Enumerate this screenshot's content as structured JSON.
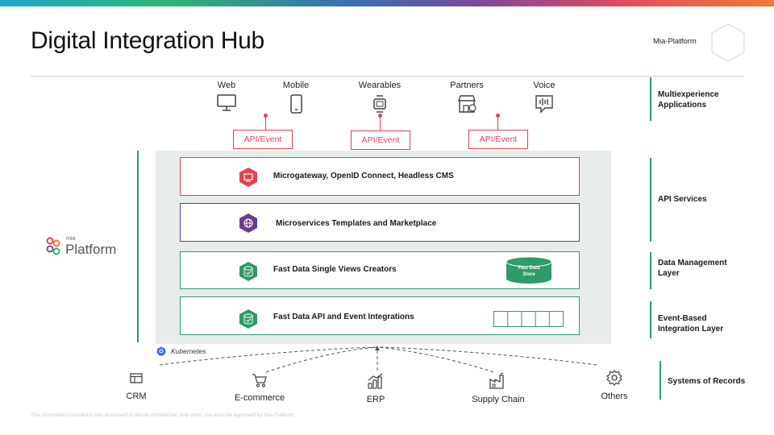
{
  "header": {
    "title": "Digital Integration Hub",
    "brand": "Mia-Platform"
  },
  "apps": [
    {
      "label": "Web",
      "icon": "monitor-icon"
    },
    {
      "label": "Mobile",
      "icon": "mobile-icon"
    },
    {
      "label": "Wearables",
      "icon": "watch-icon"
    },
    {
      "label": "Partners",
      "icon": "store-icon"
    },
    {
      "label": "Voice",
      "icon": "voice-icon"
    }
  ],
  "api_events": [
    "API/Event",
    "API/Event",
    "API/Event"
  ],
  "layers": [
    {
      "label": "Microgateway, OpenID Connect, Headless CMS",
      "color": "#e0434f",
      "icon": "gateway-icon"
    },
    {
      "label": "Microservices Templates and Marketplace",
      "color": "#6a3d8f",
      "icon": "globe-icon"
    },
    {
      "label": "Fast Data Single Views Creators",
      "color": "#2f9a6a",
      "icon": "database-icon"
    },
    {
      "label": "Fast Data API and Event Integrations",
      "color": "#2f9a6a",
      "icon": "database-icon"
    }
  ],
  "fast_data_store": {
    "line1": "Fast Data",
    "line2": "Store"
  },
  "logo": {
    "small": "mia",
    "big": "Platform"
  },
  "kubernetes": "Kubernetes",
  "right_labels": {
    "multiexperience": [
      "Multiexperience",
      "Applications"
    ],
    "api_services": "API Services",
    "data_management": [
      "Data Management",
      "Layer"
    ],
    "event_based": [
      "Event-Based",
      "Integration Layer"
    ],
    "systems": "Systems of Records"
  },
  "systems": [
    {
      "label": "CRM",
      "icon": "crm-icon"
    },
    {
      "label": "E-commerce",
      "icon": "cart-icon"
    },
    {
      "label": "ERP",
      "icon": "erp-chart-icon"
    },
    {
      "label": "Supply Chain",
      "icon": "factory-icon"
    },
    {
      "label": "Others",
      "icon": "gear-icon"
    }
  ],
  "footer": "The information included in this document is strictly confidential. Any other use must be approved by Mia-Platform.",
  "colors": {
    "accent_red": "#e0434f",
    "accent_purple": "#6a3d8f",
    "accent_green": "#2f9a6a",
    "panel_bg": "#e7eceb"
  }
}
